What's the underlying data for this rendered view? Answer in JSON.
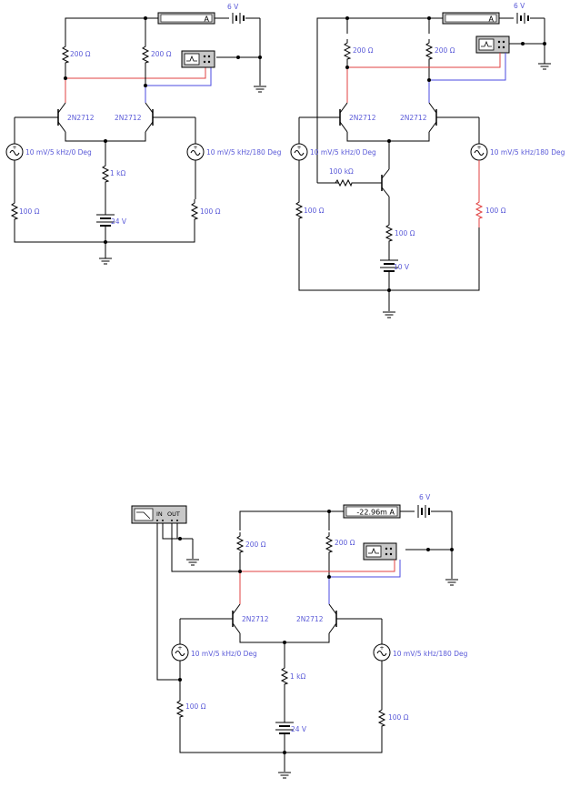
{
  "colors": {
    "wire": "#000000",
    "wire_red": "#e04040",
    "wire_blue": "#4a4ae0",
    "label_blue": "#5a5ad8",
    "instrument_fill": "#ffffff",
    "instrument_border": "#000000",
    "meter_bezel": "#c8c8c8"
  },
  "circuits": [
    {
      "id": "circuit-1",
      "battery_label": "6 V",
      "ammeter_reading": "A",
      "collector_resistor_left": "200 Ω",
      "collector_resistor_right": "200 Ω",
      "transistor_left": "2N2712",
      "transistor_right": "2N2712",
      "source_left": "10 mV/5 kHz/0 Deg",
      "source_right": "10 mV/5 kHz/180 Deg",
      "emitter_resistor": "1 kΩ",
      "base_resistor_left": "100 Ω",
      "base_resistor_right": "100 Ω",
      "supply": "24 V"
    },
    {
      "id": "circuit-2",
      "battery_label": "6 V",
      "ammeter_reading": "A",
      "collector_resistor_left": "200 Ω",
      "collector_resistor_right": "200 Ω",
      "transistor_left": "2N2712",
      "transistor_right": "2N2712",
      "source_left": "10 mV/5 kHz/0 Deg",
      "source_right": "10 mV/5 kHz/180 Deg",
      "bias_resistor": "100 kΩ",
      "emitter_resistor": "100 Ω",
      "base_resistor_left": "100 Ω",
      "base_resistor_right": "100 Ω",
      "supply": "10 V"
    },
    {
      "id": "circuit-3",
      "battery_label": "6 V",
      "ammeter_reading": "-22.96m A",
      "bode_in": "IN",
      "bode_out": "OUT",
      "collector_resistor_left": "200 Ω",
      "collector_resistor_right": "200 Ω",
      "transistor_left": "2N2712",
      "transistor_right": "2N2712",
      "source_left": "10 mV/5 kHz/0 Deg",
      "source_right": "10 mV/5 kHz/180 Deg",
      "emitter_resistor": "1 kΩ",
      "base_resistor_left": "100 Ω",
      "base_resistor_right": "100 Ω",
      "supply": "24 V"
    }
  ]
}
